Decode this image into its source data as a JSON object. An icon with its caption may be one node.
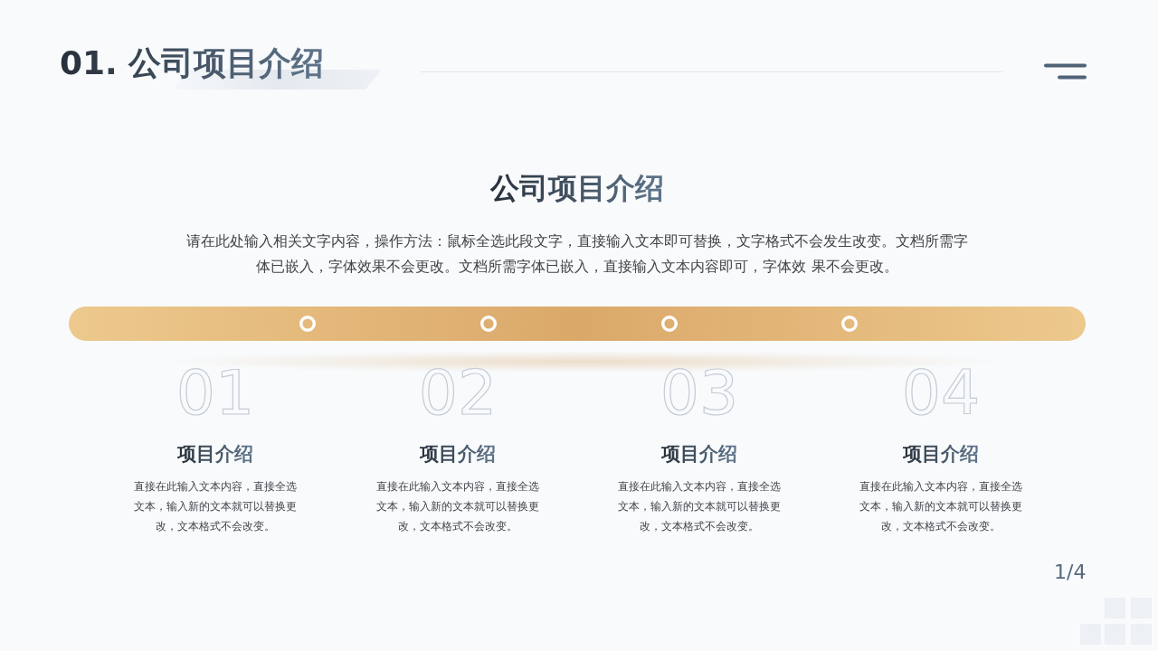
{
  "diagram": {
    "title": "01. 公司项目介绍",
    "labels": [
      "公司项目介绍",
      "请在此处输入相关文字内容，操作方法：鼠标全选此段文字，直接输入文本即可替换，文字格式不会发生改变。文档所需字体已嵌入，字体效果不会更改。文档所需字体已嵌入，直接输入文本内容即可，字体效 果不会更改。",
      "01",
      "项目介绍",
      "直接在此输入文本内容，直接全选文本，输入新的文本就可以替换更改，文本格式不会改变。",
      "02",
      "项目介绍",
      "直接在此输入文本内容，直接全选文本，输入新的文本就可以替换更改，文本格式不会改变。",
      "03",
      "项目介绍",
      "直接在此输入文本内容，直接全选文本，输入新的文本就可以替换更改，文本格式不会改变。",
      "04",
      "项目介绍",
      "直接在此输入文本内容，直接全选文本，输入新的文本就可以替换更改，文本格式不会改变。",
      "1/4"
    ]
  }
}
